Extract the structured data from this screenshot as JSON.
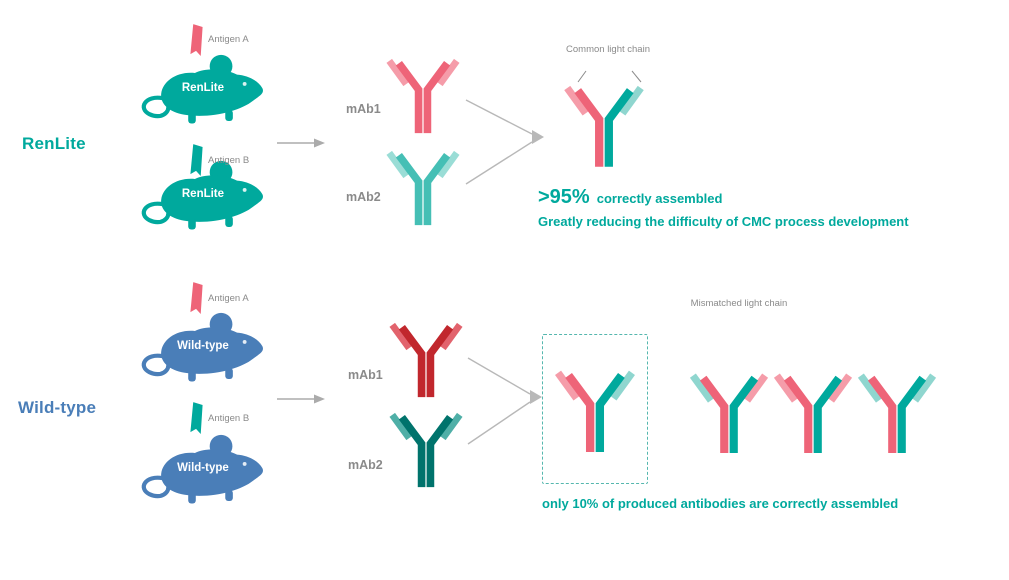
{
  "colors": {
    "teal": "#00A99D",
    "teal_soft": "#45BFB5",
    "teal_pale": "#9ADDD6",
    "teal_light": "#8FD6CF",
    "teal_mid": "#4FAFA7",
    "dark_teal": "#00736C",
    "pink": "#EE6478",
    "pink_light": "#F59CA9",
    "dark_red": "#C1272D",
    "red_light": "#E2636D",
    "blue": "#4A7EB8",
    "gray_text": "#8A8A8A",
    "arrow_gray": "#ABABAB",
    "line_gray": "#B8B8B8",
    "box_dash": "#55B7AE"
  },
  "renlite": {
    "section_label": "RenLite",
    "mice": [
      {
        "body_label": "RenLite",
        "antigen_label": "Antigen A"
      },
      {
        "body_label": "RenLite",
        "antigen_label": "Antigen B"
      }
    ],
    "mabs": [
      {
        "label": "mAb1"
      },
      {
        "label": "mAb2"
      }
    ],
    "product_label": "Common light chain",
    "stat_value": ">95%",
    "stat_text": "correctly assembled",
    "benefit_text": "Greatly reducing the difficulty of CMC process development"
  },
  "wildtype": {
    "section_label": "Wild-type",
    "mice": [
      {
        "body_label": "Wild-type",
        "antigen_label": "Antigen A"
      },
      {
        "body_label": "Wild-type",
        "antigen_label": "Antigen B"
      }
    ],
    "mabs": [
      {
        "label": "mAb1"
      },
      {
        "label": "mAb2"
      }
    ],
    "product_label": "Mismatched light chain",
    "result_text": "only 10% of produced antibodies are correctly assembled"
  }
}
